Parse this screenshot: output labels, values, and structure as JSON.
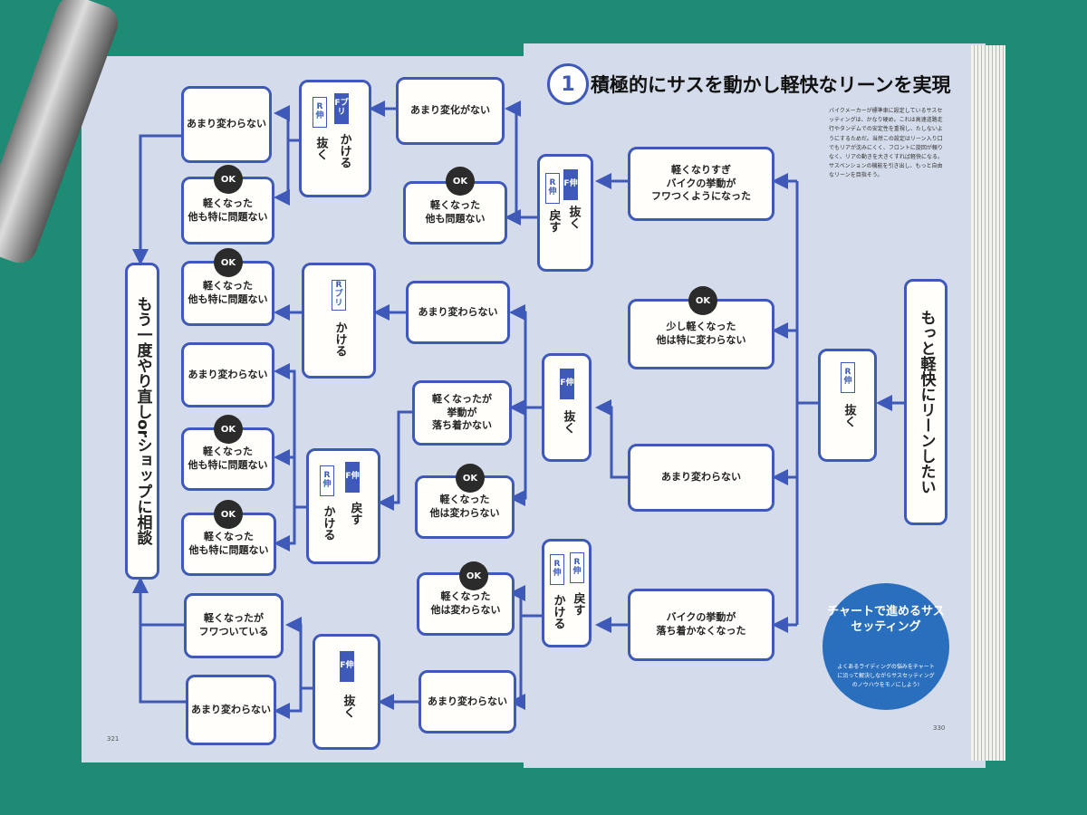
{
  "header": {
    "number": "1",
    "title": "積極的にサスを動かし軽快なリーンを実現"
  },
  "intro": "バイクメーカーが標準車に設定しているサスセッティングは、かなり硬め。これは高速道路走行やタンデムでの安定性を重視し、たしないようにするためだ。当然この設定はリーン入り口でもリアが沈みにくく、フロントに旋回が頼りなく、リアの動きを大きくすれば軽快になる。サスペンションの機能を引き出し、もっと自由なリーンを目指そう。",
  "circle": {
    "title": "チャートで進めるサスセッティング",
    "sub": "よくあるライディングの悩みをチャートに沿って解決しながらサスセッティングのノウハウをモノにしよう!"
  },
  "page_numbers": {
    "left": "321",
    "right": "330"
  },
  "ok": "OK",
  "tags": {
    "f": "F伸",
    "r": "R伸",
    "fp": "Fプリ",
    "rp": "Rプリ"
  },
  "actions": {
    "kakeru": "かける",
    "nuku": "抜く",
    "modosu": "戻す"
  },
  "start": "もっと軽快にリーンしたい",
  "end": "もう一度やり直しorショップに相談",
  "right_boxes": {
    "a": [
      "軽くなりすぎ",
      "バイクの挙動が",
      "フワつくようになった"
    ],
    "b": [
      "少し軽くなった",
      "他は特に変わらない"
    ],
    "c": [
      "あまり変わらない"
    ],
    "d": [
      "バイクの挙動が",
      "落ち着かなくなった"
    ]
  },
  "mid_boxes": {
    "m1": [
      "あまり変化がない"
    ],
    "m2": [
      "軽くなった",
      "他も問題ない"
    ],
    "m3": [
      "あまり変わらない"
    ],
    "m4": [
      "軽くなったが",
      "挙動が",
      "落ち着かない"
    ],
    "m5": [
      "軽くなった",
      "他は変わらない"
    ],
    "m6": [
      "軽くなった",
      "他は変わらない"
    ],
    "m7": [
      "あまり変わらない"
    ]
  },
  "left_boxes": {
    "l1": [
      "あまり変わらない"
    ],
    "l2": [
      "軽くなった",
      "他も特に問題ない"
    ],
    "l3": [
      "軽くなった",
      "他も特に問題ない"
    ],
    "l4": [
      "あまり変わらない"
    ],
    "l5": [
      "軽くなった",
      "他も特に問題ない"
    ],
    "l6": [
      "軽くなった",
      "他も特に問題ない"
    ],
    "l7": [
      "軽くなったが",
      "フワついている"
    ],
    "l8": [
      "あまり変わらない"
    ]
  },
  "colors": {
    "accent": "#3e59b8",
    "page": "#d4dbea",
    "background": "#1e8c74"
  }
}
